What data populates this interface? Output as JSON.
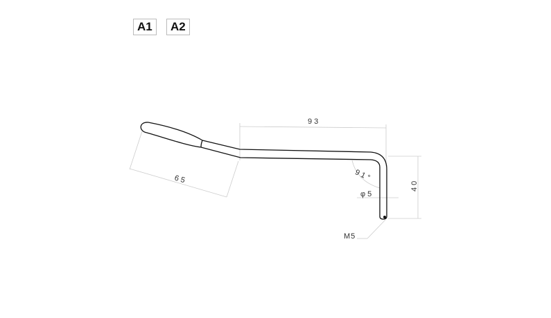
{
  "variants": [
    "A1",
    "A2"
  ],
  "dimensions": {
    "horizontal_length": "93",
    "handle_length": "65",
    "vertical_length": "40",
    "bend_angle": "91°",
    "rod_diameter": "φ5",
    "thread": "M5"
  }
}
